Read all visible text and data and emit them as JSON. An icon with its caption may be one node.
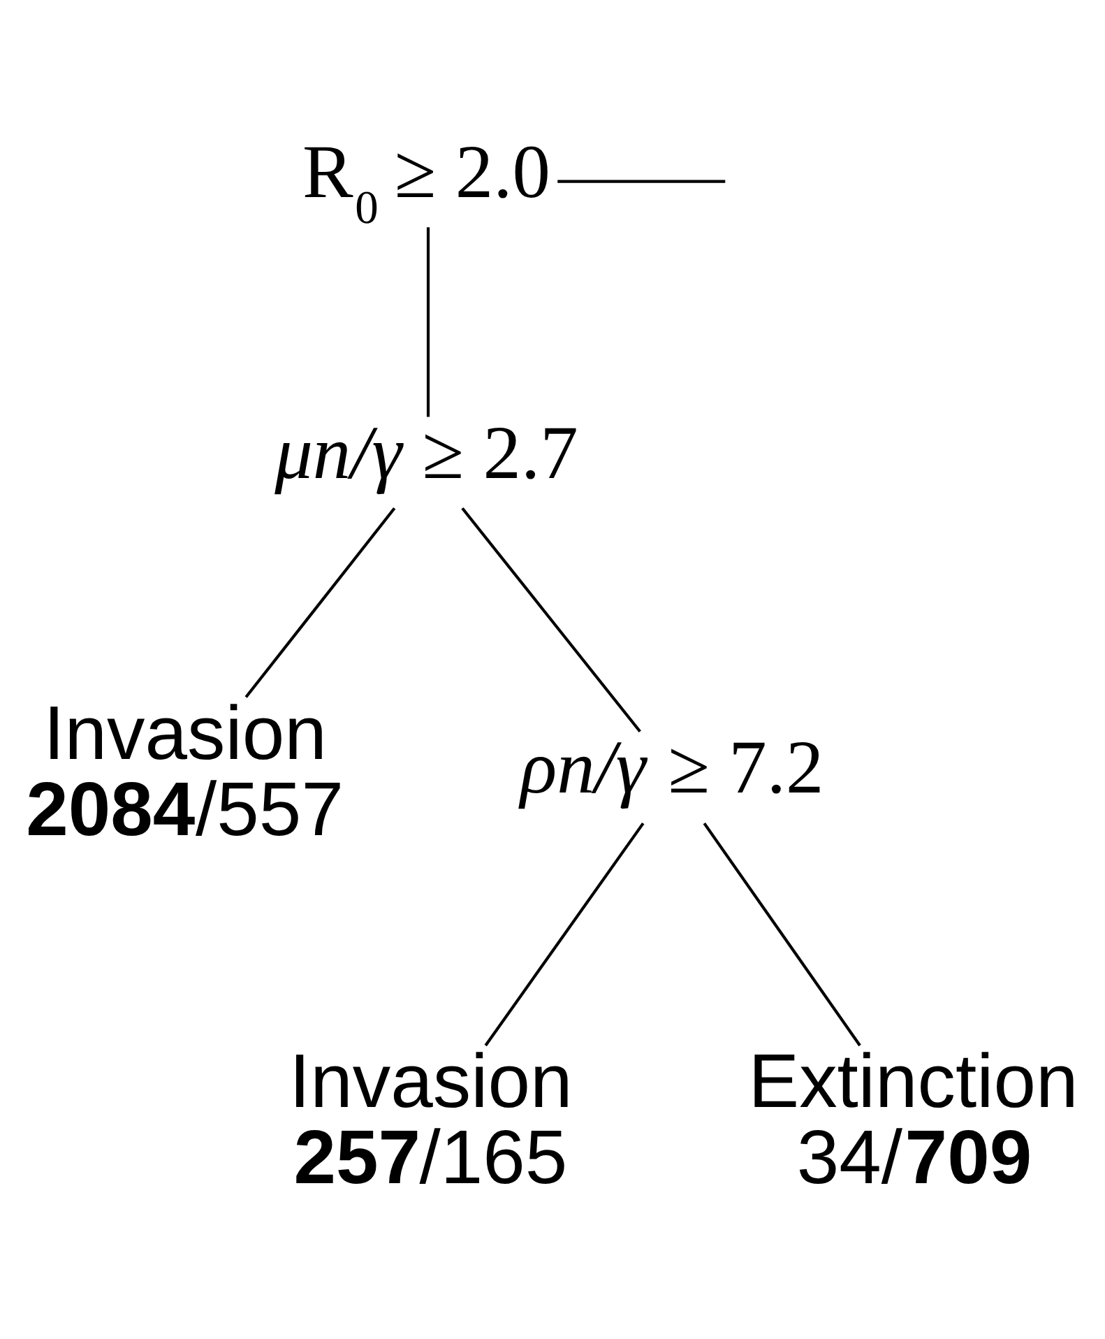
{
  "diagram": {
    "nodes": [
      {
        "text": [
          "R$_{0}$ ≥ 2.0"
        ]
      },
      {
        "text": [
          "*μn/γ* ≥ 2.7"
        ]
      },
      {
        "text": [
          "Invasion",
          "**2084**/557"
        ]
      },
      {
        "text": [
          "*ρn/γ* ≥ 7.2"
        ]
      },
      {
        "text": [
          "Invasion",
          "**257**/165"
        ]
      },
      {
        "text": [
          "Extinction",
          "34/**709**"
        ]
      }
    ],
    "edges": [
      {
        "from": 0,
        "to": 1,
        "arrow": "none"
      },
      {
        "from": 0,
        "to": null,
        "arrow": "none"
      },
      {
        "from": 1,
        "to": 2,
        "arrow": "none"
      },
      {
        "from": 1,
        "to": 3,
        "arrow": "none"
      },
      {
        "from": 3,
        "to": 4,
        "arrow": "none"
      },
      {
        "from": 3,
        "to": 5,
        "arrow": "none"
      }
    ]
  }
}
